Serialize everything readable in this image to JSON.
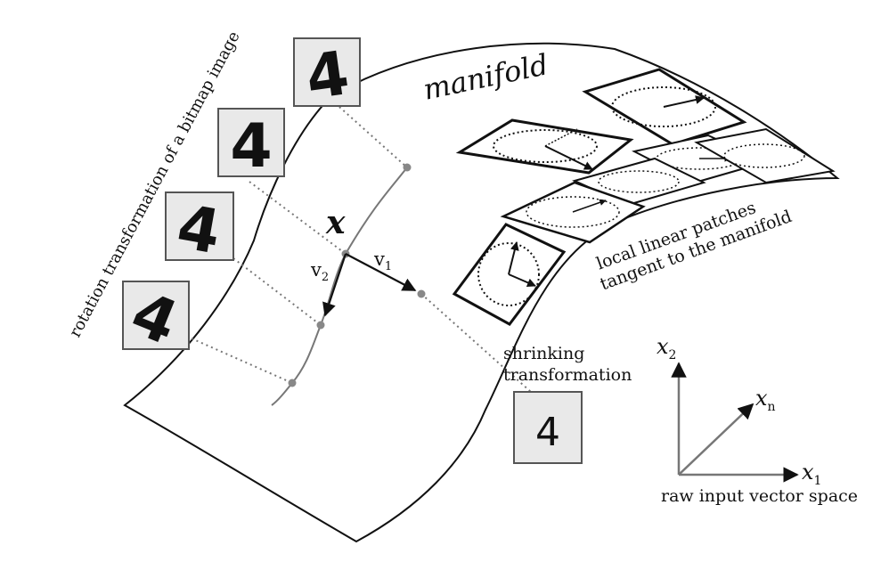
{
  "labels": {
    "manifold": "manifold",
    "rotation": "rotation transformation of a bitmap image",
    "x_point": "x",
    "v1_main": "v",
    "v1_sub": "1",
    "v2_main": "v",
    "v2_sub": "2",
    "patches_line1": "local linear patches",
    "patches_line2": "tangent to the manifold",
    "shrink_line1": "shrinking",
    "shrink_line2": "transformation",
    "axis_x2_main": "x",
    "axis_x2_sub": "2",
    "axis_xn_main": "x",
    "axis_xn_sub": "n",
    "axis_x1_main": "x",
    "axis_x1_sub": "1",
    "space_caption": "raw input vector space"
  },
  "digit_images": [
    {
      "name": "digit-image-rotated-1",
      "char": "4"
    },
    {
      "name": "digit-image-rotated-2",
      "char": "4"
    },
    {
      "name": "digit-image-rotated-3",
      "char": "4"
    },
    {
      "name": "digit-image-rotated-4",
      "char": "4"
    },
    {
      "name": "digit-image-shrunk",
      "char": "4"
    }
  ]
}
